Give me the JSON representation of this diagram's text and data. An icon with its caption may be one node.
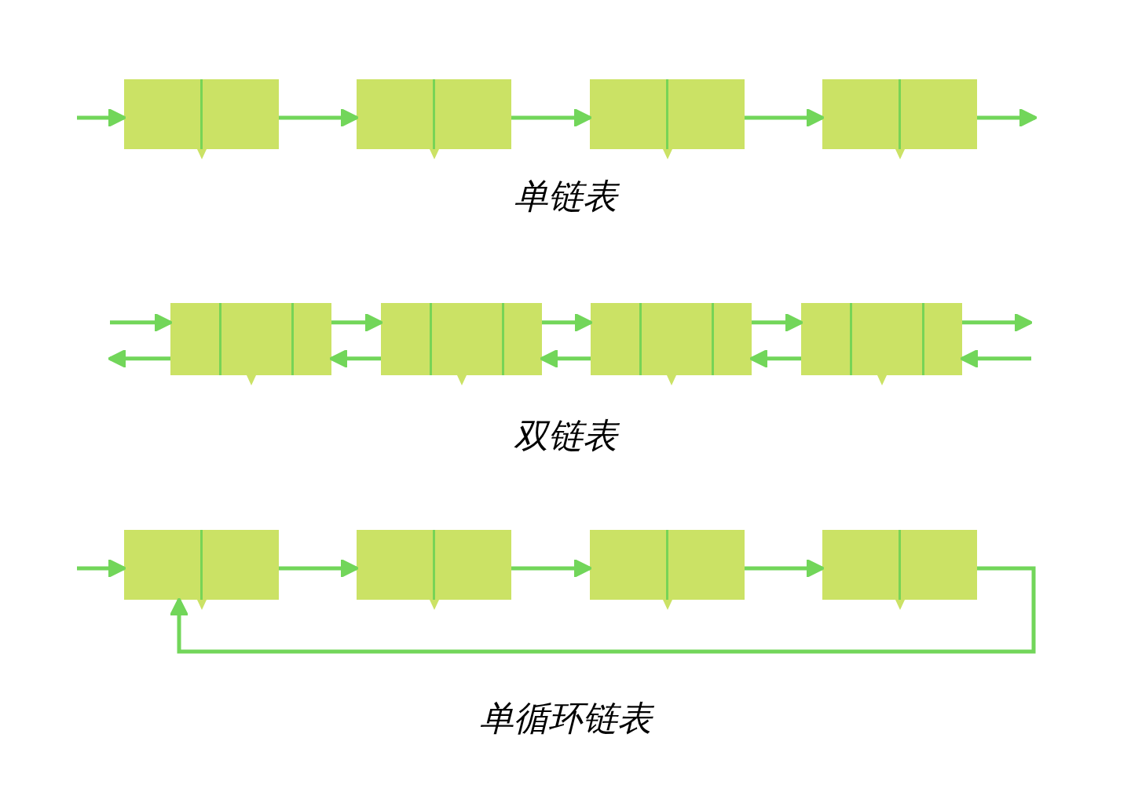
{
  "diagram": {
    "nodes": [
      {
        "text": [],
        "shape": "box"
      },
      {
        "text": [],
        "shape": "box"
      },
      {
        "text": [],
        "shape": "box"
      },
      {
        "text": [],
        "shape": "box"
      },
      {
        "text": [],
        "shape": "box"
      },
      {
        "text": [],
        "shape": "box"
      },
      {
        "text": [],
        "shape": "box"
      },
      {
        "text": [],
        "shape": "box"
      },
      {
        "text": [],
        "shape": "box"
      },
      {
        "text": [],
        "shape": "box"
      },
      {
        "text": [],
        "shape": "box"
      },
      {
        "text": [],
        "shape": "box"
      }
    ],
    "edges": [
      {
        "from": null,
        "to": 0,
        "arrow": "to"
      },
      {
        "from": 0,
        "to": 1,
        "arrow": "to"
      },
      {
        "from": 1,
        "to": 2,
        "arrow": "to"
      },
      {
        "from": 2,
        "to": 3,
        "arrow": "to"
      },
      {
        "from": 3,
        "to": null,
        "arrow": "to"
      },
      {
        "from": null,
        "to": 4,
        "arrow": "to"
      },
      {
        "from": 4,
        "to": 5,
        "arrow": "to"
      },
      {
        "from": 5,
        "to": 6,
        "arrow": "to"
      },
      {
        "from": 6,
        "to": 7,
        "arrow": "to"
      },
      {
        "from": 7,
        "to": null,
        "arrow": "to"
      },
      {
        "from": 4,
        "to": null,
        "arrow": "to"
      },
      {
        "from": 5,
        "to": 4,
        "arrow": "to"
      },
      {
        "from": 6,
        "to": 5,
        "arrow": "to"
      },
      {
        "from": 7,
        "to": 6,
        "arrow": "to"
      },
      {
        "from": null,
        "to": 7,
        "arrow": "to"
      },
      {
        "from": null,
        "to": 8,
        "arrow": "to"
      },
      {
        "from": 8,
        "to": 9,
        "arrow": "to"
      },
      {
        "from": 9,
        "to": 10,
        "arrow": "to"
      },
      {
        "from": 10,
        "to": 11,
        "arrow": "to"
      },
      {
        "from": 11,
        "to": 8,
        "arrow": "to"
      }
    ],
    "labels": [
      "单链表",
      "双链表",
      "单循环链表"
    ]
  }
}
